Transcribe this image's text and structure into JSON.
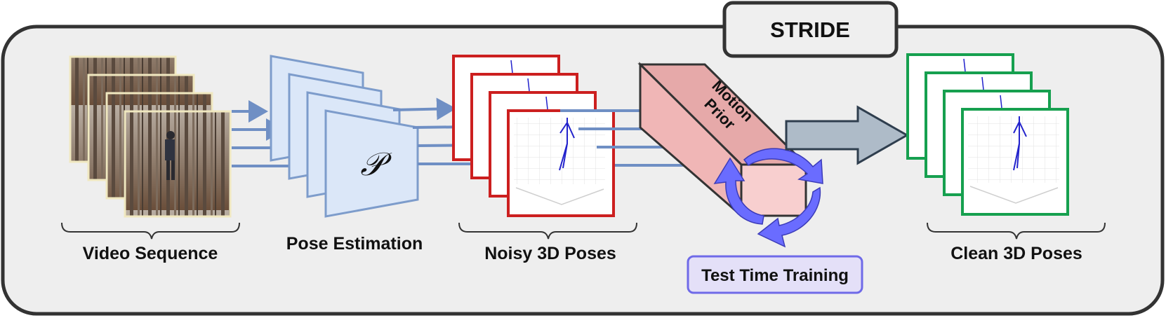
{
  "title": "STRIDE",
  "stages": {
    "video": "Video Sequence",
    "pose_estimation": "Pose Estimation",
    "noisy": "Noisy 3D Poses",
    "clean": "Clean 3D Poses"
  },
  "estimator_symbol": "𝒫",
  "motion_prior": {
    "line1": "Motion",
    "line2": "Prior"
  },
  "test_time_training": "Test Time Training",
  "colors": {
    "panel_bg": "#eeeeee",
    "panel_border": "#333333",
    "arrow_blue": "#6f8fc4",
    "trapezoid_fill": "#dbe7f8",
    "trapezoid_stroke": "#7d9ccb",
    "noisy_border": "#cc1f1f",
    "clean_border": "#16a04f",
    "prior_front": "#f0b6b6",
    "prior_top": "#e6a9a9",
    "prior_side": "#f8cfcf",
    "cycle_arrow": "#6a6cff",
    "ttt_bg": "#e4e0f8",
    "ttt_border": "#6f6ae8",
    "big_arrow": "#aebbc8"
  }
}
